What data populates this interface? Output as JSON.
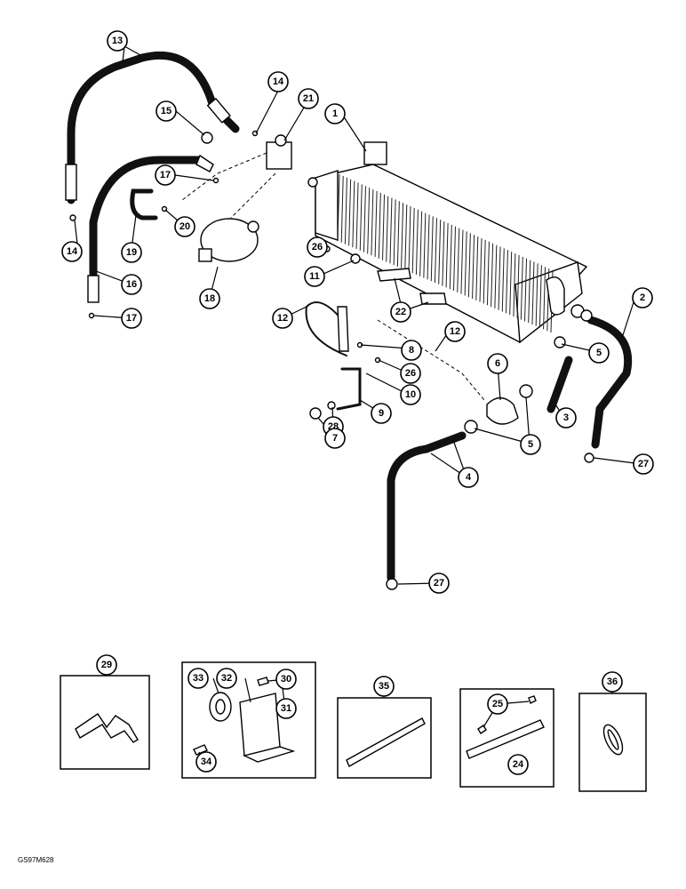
{
  "figure_code": "GS97M628",
  "callouts": {
    "c1": "1",
    "c2": "2",
    "c3": "3",
    "c4": "4",
    "c5a": "5",
    "c5b": "5",
    "c6": "6",
    "c7": "7",
    "c8": "8",
    "c9": "9",
    "c10": "10",
    "c11": "11",
    "c12a": "12",
    "c12b": "12",
    "c13": "13",
    "c14a": "14",
    "c14b": "14",
    "c15": "15",
    "c16": "16",
    "c17a": "17",
    "c17b": "17",
    "c18": "18",
    "c19": "19",
    "c20": "20",
    "c21": "21",
    "c22": "22",
    "c24": "24",
    "c25": "25",
    "c26a": "26",
    "c26b": "26",
    "c27a": "27",
    "c27b": "27",
    "c28": "28",
    "c29": "29",
    "c30": "30",
    "c31": "31",
    "c32": "32",
    "c33": "33",
    "c34": "34",
    "c35": "35",
    "c36": "36"
  }
}
